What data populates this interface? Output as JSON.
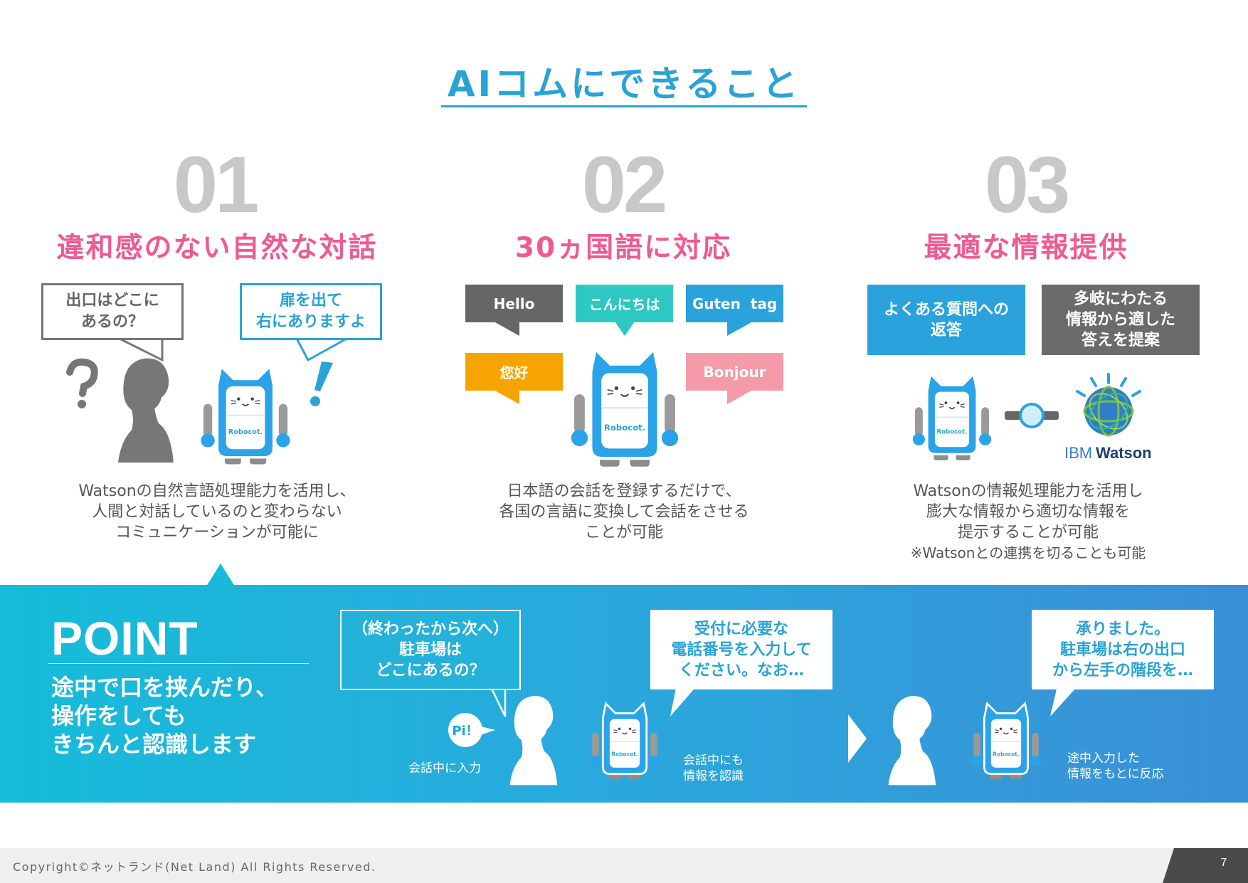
{
  "title": "AIコムにできること",
  "columns": [
    {
      "number": "01",
      "heading": "違和感のない自然な対話",
      "bubbles": {
        "question_lines": [
          "出口はどこに",
          "あるの？"
        ],
        "answer_lines": [
          "扉を出て",
          "右にありますよ"
        ]
      },
      "desc_lines": [
        "Watsonの自然言語処理能力を活用し、",
        "人間と対話しているのと変わらない",
        "コミュニケーションが可能に"
      ]
    },
    {
      "number": "02",
      "heading": "30ヵ国語に対応",
      "tags": [
        "Hello",
        "こんにちは",
        "Guten  tag",
        "您好",
        "Bonjour"
      ],
      "desc_lines": [
        "日本語の会話を登録するだけで、",
        "各国の言語に変換して会話をさせる",
        "ことが可能"
      ]
    },
    {
      "number": "03",
      "heading": "最適な情報提供",
      "boxes": {
        "faq_lines": [
          "よくある質問への",
          "返答"
        ],
        "info_lines": [
          "多岐にわたる",
          "情報から適した",
          "答えを提案"
        ]
      },
      "watson_logo": {
        "ibm": "IBM",
        "name": "Watson"
      },
      "desc_lines": [
        "Watsonの情報処理能力を活用し",
        "膨大な情報から適切な情報を",
        "提示することが可能"
      ],
      "note": "※Watsonとの連携を切ることも可能"
    }
  ],
  "robot_label": "Robocot.",
  "point": {
    "title": "POINT",
    "sub_lines": [
      "途中で口を挟んだり、",
      "操作をしても",
      "きちんと認識します"
    ],
    "bubble1_lines": [
      "（終わったから次へ）",
      "駐車場は",
      "どこにあるの？"
    ],
    "pi": "Pi！",
    "caption1": "会話中に入力",
    "bubble2_lines": [
      "受付に必要な",
      "電話番号を入力して",
      "ください。なお…"
    ],
    "caption2_lines": [
      "会話中にも",
      "情報を認識"
    ],
    "bubble3_lines": [
      "承りました。",
      "駐車場は右の出口",
      "から左手の階段を…"
    ],
    "caption3_lines": [
      "途中入力した",
      "情報をもとに反応"
    ]
  },
  "footer": {
    "copyright": "Copyright©ネットランド(Net Land) All Rights Reserved.",
    "page": "7"
  },
  "colors": {
    "accent_blue": "#29a3d6",
    "pink": "#ee5a92",
    "gray_number": "#c8c8c8",
    "tag_gray": "#666666",
    "tag_teal": "#2ec8c4",
    "tag_blue": "#2aa3dc",
    "tag_orange": "#f6a500",
    "tag_pink": "#f49aa8"
  }
}
